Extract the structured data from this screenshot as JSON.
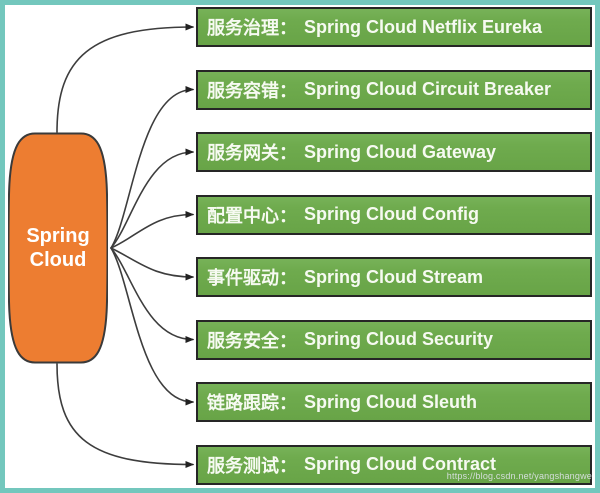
{
  "node": {
    "title": "Spring Cloud"
  },
  "boxes": [
    {
      "label": "服务治理：",
      "name": "Spring Cloud Netflix Eureka"
    },
    {
      "label": "服务容错：",
      "name": "Spring Cloud Circuit Breaker"
    },
    {
      "label": "服务网关：",
      "name": "Spring Cloud Gateway"
    },
    {
      "label": "配置中心：",
      "name": "Spring Cloud Config"
    },
    {
      "label": "事件驱动：",
      "name": "Spring Cloud Stream"
    },
    {
      "label": "服务安全：",
      "name": "Spring Cloud Security"
    },
    {
      "label": "链路跟踪：",
      "name": "Spring Cloud Sleuth"
    },
    {
      "label": "服务测试：",
      "name": "Spring Cloud Contract"
    }
  ],
  "watermark": "https://blog.csdn.net/yangshangwe",
  "colors": {
    "node_orange": "#ED7D31",
    "box_green": "#6FAB4E",
    "frame_teal": "#73C7BD",
    "line_dark": "#3D3D3D"
  }
}
